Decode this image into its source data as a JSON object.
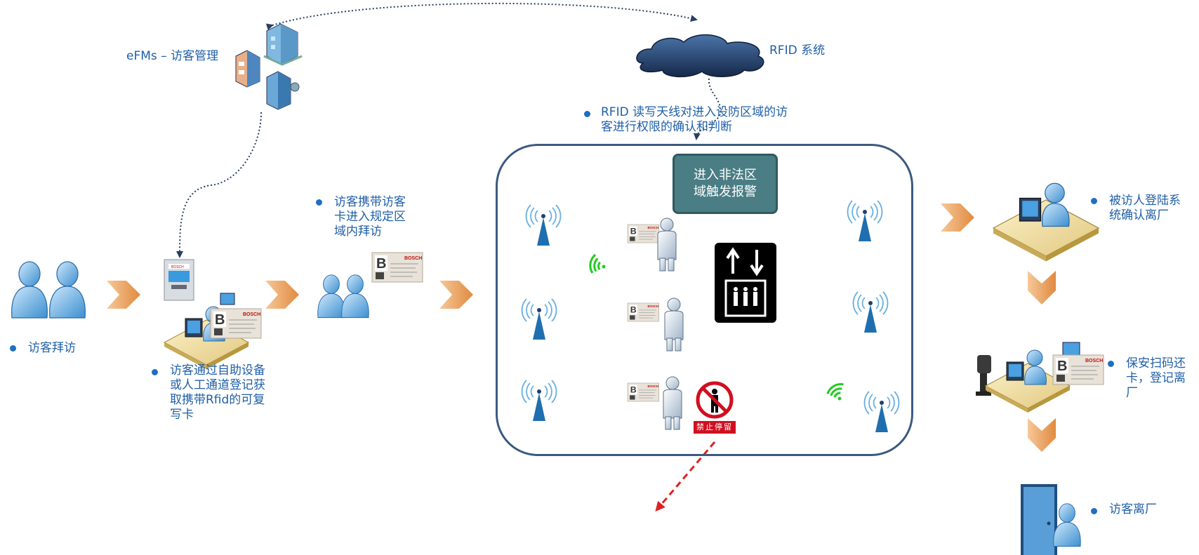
{
  "labels": {
    "efms": "eFMs – 访客管理",
    "rfid_system": "RFID 系统",
    "rfid_antenna": [
      "RFID 读写天线对进入设防区域的访",
      "客进行权限的确认和判断"
    ],
    "alarm": [
      "进入非法区",
      "域触发报警"
    ],
    "visitor_visit": "访客拜访",
    "register": [
      "访客通过自助设备",
      "或人工通道登记获",
      "取携带Rfid的可复",
      "写卡"
    ],
    "carry_card": [
      "访客携带访客",
      "卡进入规定区",
      "域内拜访"
    ],
    "host_confirm": [
      "被访人登陆系",
      "统确认离厂"
    ],
    "guard_scan": [
      "保安扫码还",
      "卡，登记离",
      "厂"
    ],
    "visitor_leave": "访客离厂",
    "no_stay": "禁止停留",
    "card_brand": "BOSCH",
    "card_letter": "B",
    "kiosk_brand": "BOSCH"
  },
  "colors": {
    "label_text": "#1f5fa8",
    "zone_border": "#3b5a80",
    "alarm_fill": "#4a7d84",
    "arrow_orange": "#e8a060",
    "antenna_blue": "#1f6fb0",
    "signal_green": "#22cc22",
    "alarm_arrow": "#e02020",
    "no_stay_red": "#d01020"
  },
  "icons": [
    "building-icon",
    "cloud-icon",
    "person-icon",
    "kiosk-icon",
    "desk-operator-icon",
    "antenna-icon",
    "visitor-card-icon",
    "elevator-icon",
    "no-stay-sign-icon",
    "barcode-scanner-icon",
    "door-icon",
    "chevron-arrow-icon"
  ]
}
